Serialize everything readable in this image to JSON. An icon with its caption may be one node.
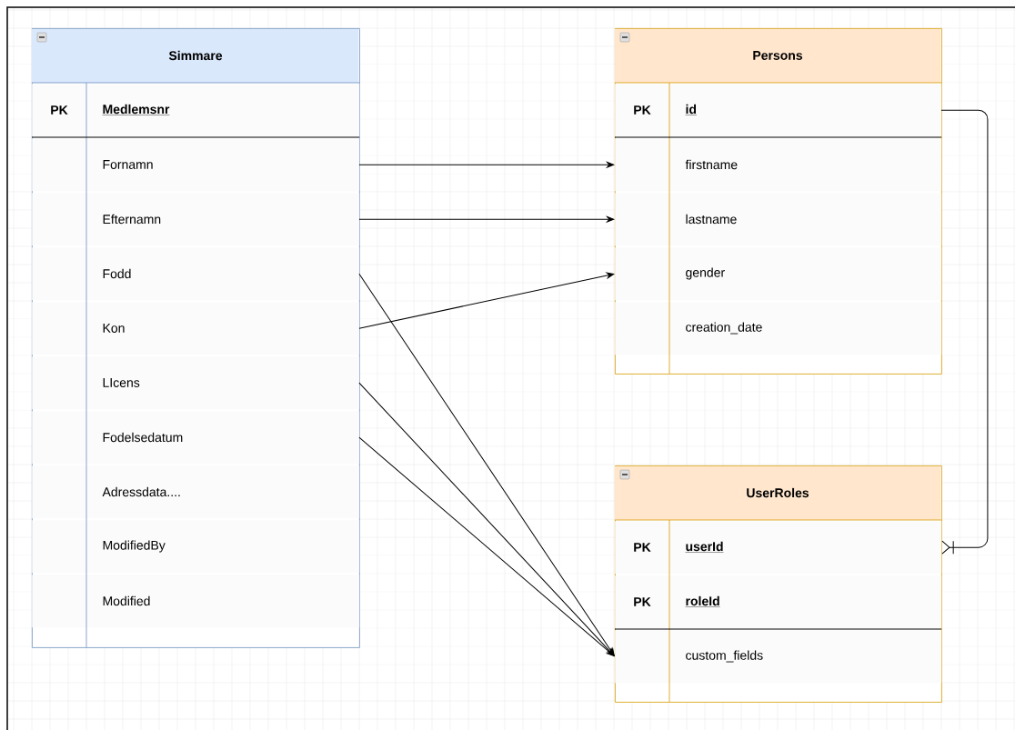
{
  "diagram": {
    "nodes": [
      {
        "text": [
          "Simmare"
        ]
      },
      {
        "text": [
          "PK",
          "Medlemsnr"
        ],
        "in": 0
      },
      {
        "text": [
          "Fornamn"
        ],
        "in": 0
      },
      {
        "text": [
          "Efternamn"
        ],
        "in": 0
      },
      {
        "text": [
          "Fodd"
        ],
        "in": 0
      },
      {
        "text": [
          "Kon"
        ],
        "in": 0
      },
      {
        "text": [
          "LIcens"
        ],
        "in": 0
      },
      {
        "text": [
          "Fodelsedatum"
        ],
        "in": 0
      },
      {
        "text": [
          "Adressdata...."
        ],
        "in": 0
      },
      {
        "text": [
          "ModifiedBy"
        ],
        "in": 0
      },
      {
        "text": [
          "Modified"
        ],
        "in": 0
      },
      {
        "text": [
          "Persons"
        ]
      },
      {
        "text": [
          "PK",
          "id"
        ],
        "in": 11
      },
      {
        "text": [
          "firstname"
        ],
        "in": 11
      },
      {
        "text": [
          "lastname"
        ],
        "in": 11
      },
      {
        "text": [
          "gender"
        ],
        "in": 11
      },
      {
        "text": [
          "creation_date"
        ],
        "in": 11
      },
      {
        "text": [
          "UserRoles"
        ]
      },
      {
        "text": [
          "PK",
          "userId"
        ],
        "in": 17
      },
      {
        "text": [
          "PK",
          "roleId"
        ],
        "in": 17
      },
      {
        "text": [
          "custom_fields"
        ],
        "in": 17
      }
    ],
    "edges": [
      {
        "from": 2,
        "to": 13,
        "arrow": "to"
      },
      {
        "from": 3,
        "to": 14,
        "arrow": "to"
      },
      {
        "from": 4,
        "to": 20,
        "arrow": "to"
      },
      {
        "from": 5,
        "to": 15,
        "arrow": "to"
      },
      {
        "from": 6,
        "to": 20,
        "arrow": "to"
      },
      {
        "from": 7,
        "to": 20,
        "arrow": "to"
      },
      {
        "from": 12,
        "to": 18,
        "arrow": "other"
      }
    ]
  }
}
